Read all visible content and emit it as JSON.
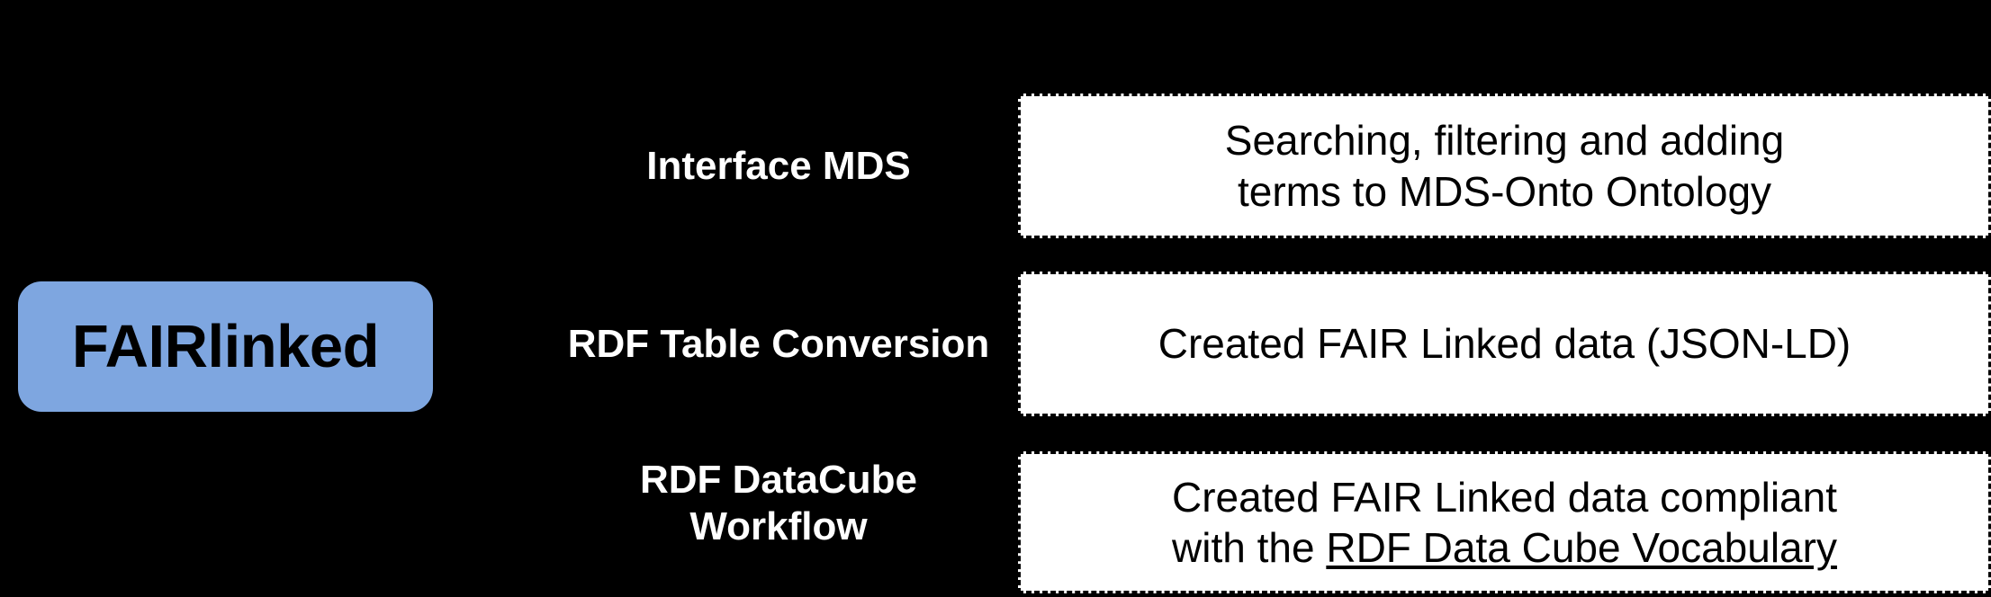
{
  "diagram": {
    "title_badge": {
      "label": "FAIRlinked",
      "color": "#7ea6e0",
      "text_color": "#000000"
    },
    "background_color": "#000000",
    "rows": [
      {
        "label": "Interface MDS",
        "description_line_1": "Searching, filtering and adding",
        "description_line_2": "terms to MDS-Onto Ontology",
        "link_text": ""
      },
      {
        "label": "RDF Table Conversion",
        "description_line_1": "Created FAIR Linked data (JSON-LD)",
        "description_line_2": "",
        "link_text": ""
      },
      {
        "label": "RDF DataCube Workflow",
        "description_line_1": "Created FAIR Linked data compliant",
        "description_line_2": "with the ",
        "link_text": "RDF Data Cube Vocabulary"
      }
    ]
  }
}
